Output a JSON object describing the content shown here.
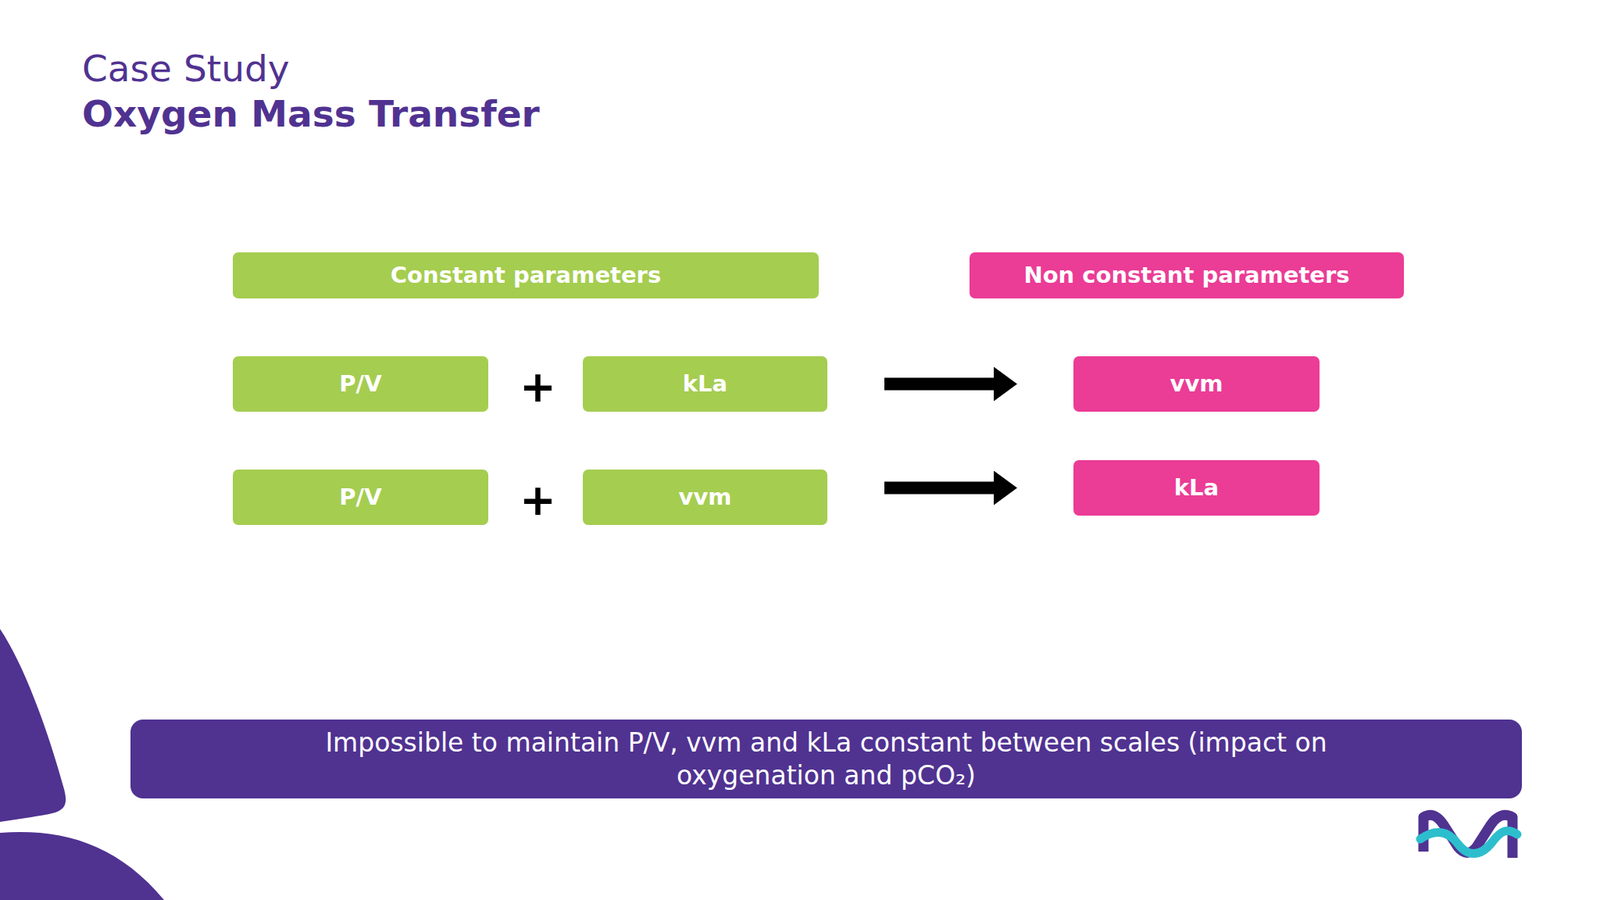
{
  "diagram": {
    "title": "Oxygen Mass Transfer",
    "nodes": [
      {
        "text": [
          "Constant parameters"
        ]
      },
      {
        "text": [
          "Non constant parameters"
        ]
      },
      {
        "text": [
          "P/V"
        ]
      },
      {
        "text": [
          "kLa"
        ]
      },
      {
        "text": [
          "vvm"
        ]
      },
      {
        "text": [
          "P/V"
        ]
      },
      {
        "text": [
          "vvm"
        ]
      },
      {
        "text": [
          "kLa"
        ]
      },
      {
        "text": [
          "Impossible to maintain P/V, vvm and kLa constant between scales (impact on oxygenation and pCO₂)"
        ]
      }
    ],
    "edges": [
      {
        "from": 3,
        "to": 4,
        "arrow": "to"
      },
      {
        "from": 6,
        "to": 7,
        "arrow": "to"
      }
    ],
    "labels": [
      "Case Study",
      "+",
      "+"
    ]
  }
}
